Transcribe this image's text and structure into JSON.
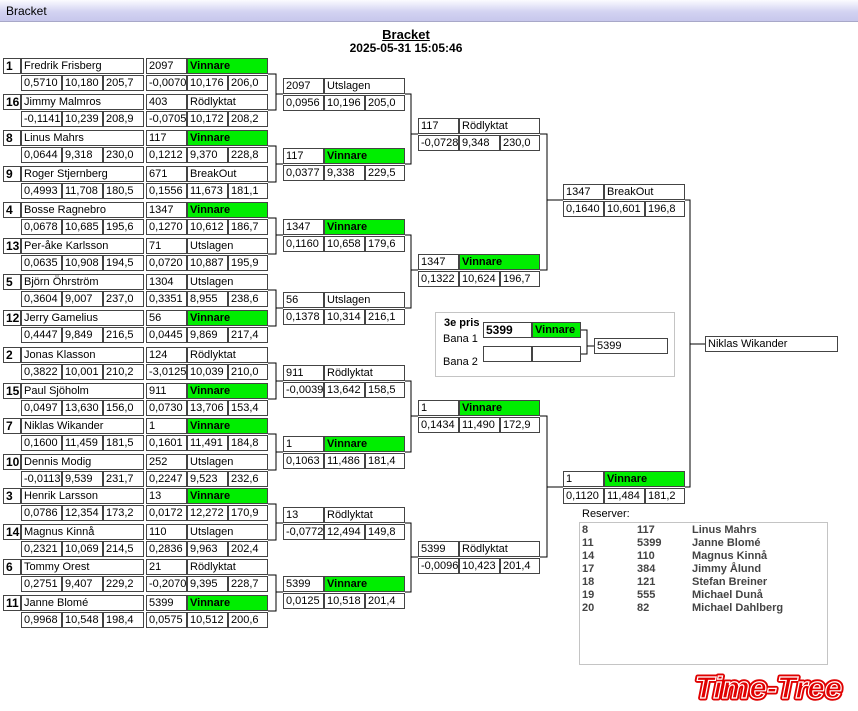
{
  "window": {
    "title": "Bracket"
  },
  "header": {
    "title": "Bracket",
    "datetime": "2025-05-31 15:05:46"
  },
  "round1": [
    {
      "seed": "1",
      "name": "Fredrik Frisberg",
      "s1": "0,5710",
      "s2": "10,180",
      "s3": "205,7",
      "num": "2097",
      "status": "Vinnare",
      "r1": "-0,0070",
      "r2": "10,176",
      "r3": "206,0"
    },
    {
      "seed": "16",
      "name": "Jimmy Malmros",
      "s1": "-0,1141",
      "s2": "10,239",
      "s3": "208,9",
      "num": "403",
      "status": "Rödlyktat",
      "r1": "-0,0705",
      "r2": "10,172",
      "r3": "208,2"
    },
    {
      "seed": "8",
      "name": "Linus Mahrs",
      "s1": "0,0644",
      "s2": "9,318",
      "s3": "230,0",
      "num": "117",
      "status": "Vinnare",
      "r1": "0,1212",
      "r2": "9,370",
      "r3": "228,8"
    },
    {
      "seed": "9",
      "name": "Roger Stjernberg",
      "s1": "0,4993",
      "s2": "11,708",
      "s3": "180,5",
      "num": "671",
      "status": "BreakOut",
      "r1": "0,1556",
      "r2": "11,673",
      "r3": "181,1"
    },
    {
      "seed": "4",
      "name": "Bosse Ragnebro",
      "s1": "0,0678",
      "s2": "10,685",
      "s3": "195,6",
      "num": "1347",
      "status": "Vinnare",
      "r1": "0,1270",
      "r2": "10,612",
      "r3": "186,7"
    },
    {
      "seed": "13",
      "name": "Per-åke Karlsson",
      "s1": "0,0635",
      "s2": "10,908",
      "s3": "194,5",
      "num": "71",
      "status": "Utslagen",
      "r1": "0,0720",
      "r2": "10,887",
      "r3": "195,9"
    },
    {
      "seed": "5",
      "name": "Björn Öhrström",
      "s1": "0,3604",
      "s2": "9,007",
      "s3": "237,0",
      "num": "1304",
      "status": "Utslagen",
      "r1": "0,3351",
      "r2": "8,955",
      "r3": "238,6"
    },
    {
      "seed": "12",
      "name": "Jerry Gamelius",
      "s1": "0,4447",
      "s2": "9,849",
      "s3": "216,5",
      "num": "56",
      "status": "Vinnare",
      "r1": "0,0445",
      "r2": "9,869",
      "r3": "217,4"
    },
    {
      "seed": "2",
      "name": "Jonas Klasson",
      "s1": "0,3822",
      "s2": "10,001",
      "s3": "210,2",
      "num": "124",
      "status": "Rödlyktat",
      "r1": "-3,0125",
      "r2": "10,039",
      "r3": "210,0"
    },
    {
      "seed": "15",
      "name": "Paul Sjöholm",
      "s1": "0,0497",
      "s2": "13,630",
      "s3": "156,0",
      "num": "911",
      "status": "Vinnare",
      "r1": "0,0730",
      "r2": "13,706",
      "r3": "153,4"
    },
    {
      "seed": "7",
      "name": "Niklas Wikander",
      "s1": "0,1600",
      "s2": "11,459",
      "s3": "181,5",
      "num": "1",
      "status": "Vinnare",
      "r1": "0,1601",
      "r2": "11,491",
      "r3": "184,8"
    },
    {
      "seed": "10",
      "name": "Dennis Modig",
      "s1": "-0,0113",
      "s2": "9,539",
      "s3": "231,7",
      "num": "252",
      "status": "Utslagen",
      "r1": "0,2247",
      "r2": "9,523",
      "r3": "232,6"
    },
    {
      "seed": "3",
      "name": "Henrik Larsson",
      "s1": "0,0786",
      "s2": "12,354",
      "s3": "173,2",
      "num": "13",
      "status": "Vinnare",
      "r1": "0,0172",
      "r2": "12,272",
      "r3": "170,9"
    },
    {
      "seed": "14",
      "name": "Magnus Kinnå",
      "s1": "0,2321",
      "s2": "10,069",
      "s3": "214,5",
      "num": "110",
      "status": "Utslagen",
      "r1": "0,2836",
      "r2": "9,963",
      "r3": "202,4"
    },
    {
      "seed": "6",
      "name": "Tommy Orest",
      "s1": "0,2751",
      "s2": "9,407",
      "s3": "229,2",
      "num": "21",
      "status": "Rödlyktat",
      "r1": "-0,2070",
      "r2": "9,395",
      "r3": "228,7"
    },
    {
      "seed": "11",
      "name": "Janne Blomé",
      "s1": "0,9968",
      "s2": "10,548",
      "s3": "198,4",
      "num": "5399",
      "status": "Vinnare",
      "r1": "0,0575",
      "r2": "10,512",
      "r3": "200,6"
    }
  ],
  "round2": [
    {
      "num": "2097",
      "status": "Utslagen",
      "r1": "0,0956",
      "r2": "10,196",
      "r3": "205,0"
    },
    {
      "num": "117",
      "status": "Vinnare",
      "r1": "0,0377",
      "r2": "9,338",
      "r3": "229,5"
    },
    {
      "num": "1347",
      "status": "Vinnare",
      "r1": "0,1160",
      "r2": "10,658",
      "r3": "179,6"
    },
    {
      "num": "56",
      "status": "Utslagen",
      "r1": "0,1378",
      "r2": "10,314",
      "r3": "216,1"
    },
    {
      "num": "911",
      "status": "Rödlyktat",
      "r1": "-0,0039",
      "r2": "13,642",
      "r3": "158,5"
    },
    {
      "num": "1",
      "status": "Vinnare",
      "r1": "0,1063",
      "r2": "11,486",
      "r3": "181,4"
    },
    {
      "num": "13",
      "status": "Rödlyktat",
      "r1": "-0,0772",
      "r2": "12,494",
      "r3": "149,8"
    },
    {
      "num": "5399",
      "status": "Vinnare",
      "r1": "0,0125",
      "r2": "10,518",
      "r3": "201,4"
    }
  ],
  "round3": [
    {
      "num": "117",
      "status": "Rödlyktat",
      "r1": "-0,0728",
      "r2": "9,348",
      "r3": "230,0"
    },
    {
      "num": "1347",
      "status": "Vinnare",
      "r1": "0,1322",
      "r2": "10,624",
      "r3": "196,7"
    },
    {
      "num": "1",
      "status": "Vinnare",
      "r1": "0,1434",
      "r2": "11,490",
      "r3": "172,9"
    },
    {
      "num": "5399",
      "status": "Rödlyktat",
      "r1": "-0,0096",
      "r2": "10,423",
      "r3": "201,4"
    }
  ],
  "round4": [
    {
      "num": "1347",
      "status": "BreakOut",
      "r1": "0,1640",
      "r2": "10,601",
      "r3": "196,8"
    },
    {
      "num": "1",
      "status": "Vinnare",
      "r1": "0,1120",
      "r2": "11,484",
      "r3": "181,2"
    }
  ],
  "champion": "Niklas Wikander",
  "third_place": {
    "title": "3e pris",
    "lane1_label": "Bana 1",
    "lane2_label": "Bana 2",
    "lane1_num": "5399",
    "lane1_status": "Vinnare",
    "lane2_num": "",
    "lane2_status": "",
    "result": "5399"
  },
  "reserves": {
    "title": "Reserver:",
    "items": [
      {
        "pos": "8",
        "num": "117",
        "name": "Linus Mahrs"
      },
      {
        "pos": "11",
        "num": "5399",
        "name": "Janne Blomé"
      },
      {
        "pos": "14",
        "num": "110",
        "name": "Magnus Kinnå"
      },
      {
        "pos": "17",
        "num": "384",
        "name": "Jimmy Ålund"
      },
      {
        "pos": "18",
        "num": "121",
        "name": "Stefan Breiner"
      },
      {
        "pos": "19",
        "num": "555",
        "name": "Michael Dunå"
      },
      {
        "pos": "20",
        "num": "82",
        "name": "Michael Dahlberg"
      }
    ]
  },
  "logo": {
    "text": "Time-Tree"
  },
  "colors": {
    "winner": "#00ee00",
    "titlebar": "#d3d3f2",
    "logo": "#e00000"
  }
}
